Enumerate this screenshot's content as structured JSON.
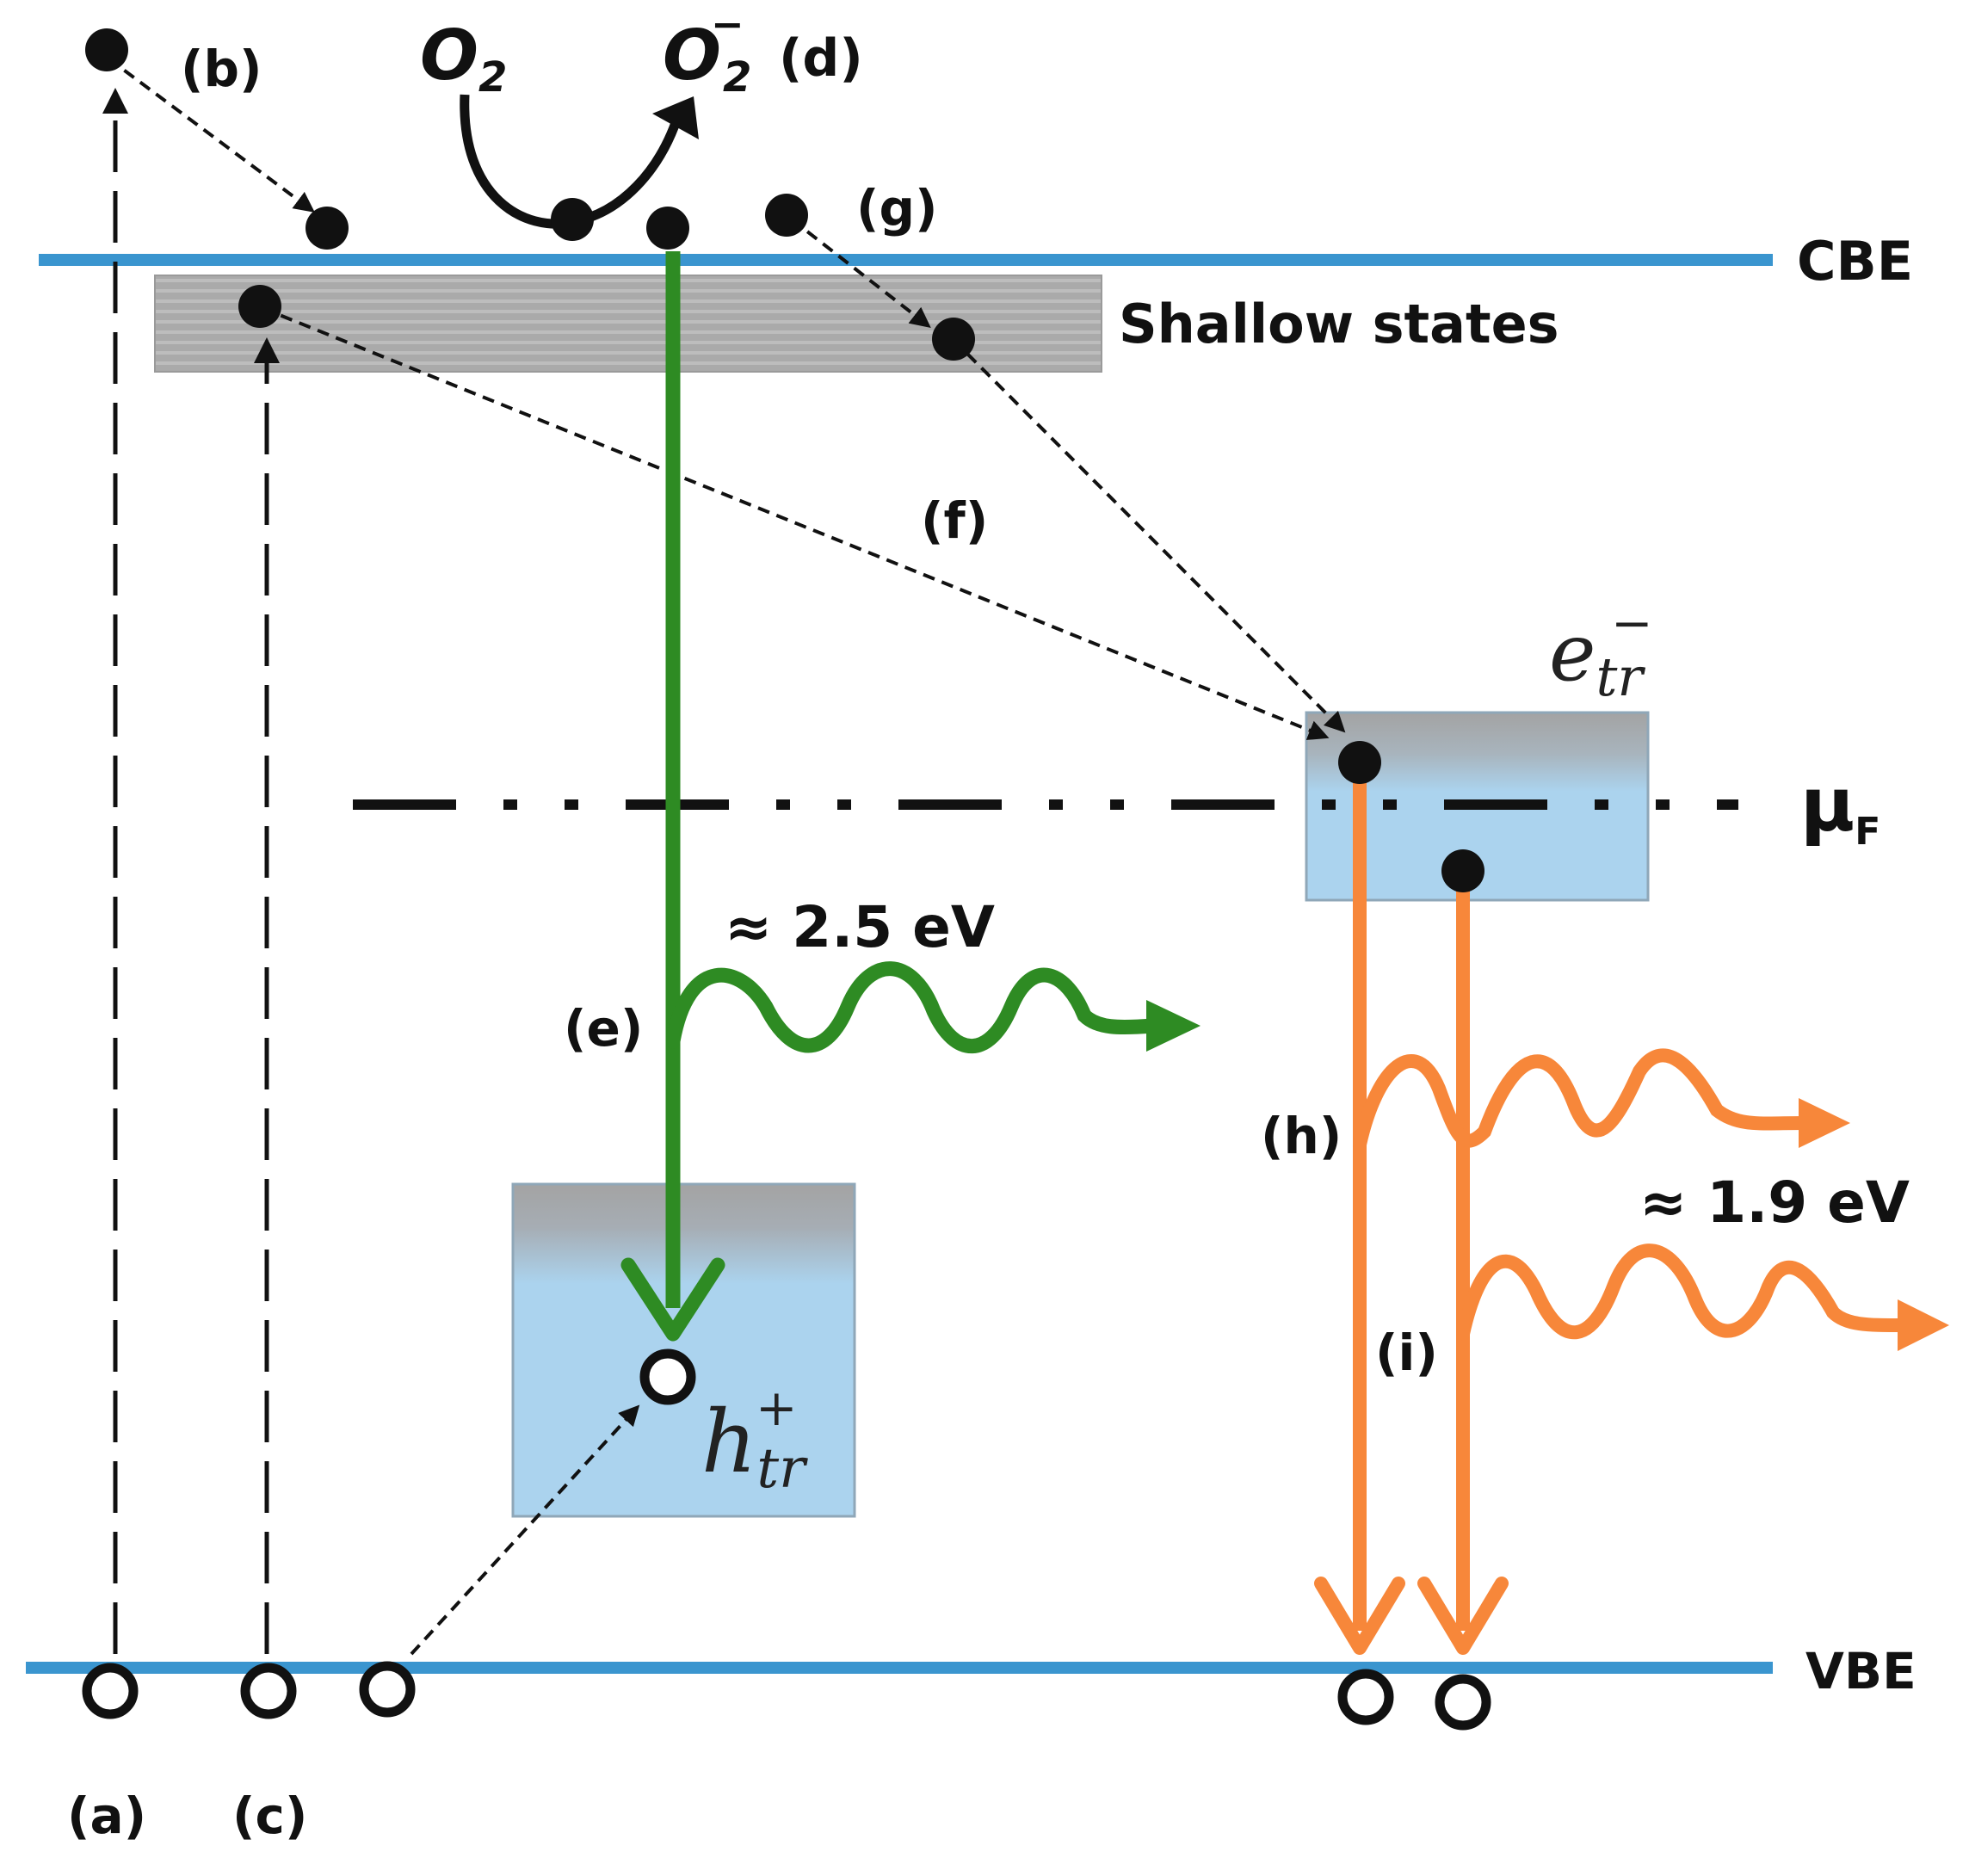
{
  "levels": {
    "cbe": "CBE",
    "vbe": "VBE",
    "fermi": "μ",
    "fermi_sub": "F",
    "shallow": "Shallow states"
  },
  "processes": {
    "a": "(a)",
    "b": "(b)",
    "c": "(c)",
    "d": "(d)",
    "e": "(e)",
    "f": "(f)",
    "g": "(g)",
    "h": "(h)",
    "i": "(i)"
  },
  "species": {
    "o2": "O",
    "o2_sub": "2",
    "o2m": "O",
    "o2m_sub": "2",
    "o2m_sup": "−"
  },
  "traps": {
    "electron": "e",
    "electron_sub": "tr",
    "electron_sup": "−",
    "hole": "h",
    "hole_sub": "tr",
    "hole_sup": "+"
  },
  "energies": {
    "green": "≈ 2.5 eV",
    "orange": "≈ 1.9 eV"
  },
  "colors": {
    "band_edge": "#3a95cf",
    "green_emission": "#2e8b23",
    "orange_emission": "#f7873a",
    "trap_fill": "#abd3ee",
    "shallow_fill": "#a9a9a9"
  }
}
